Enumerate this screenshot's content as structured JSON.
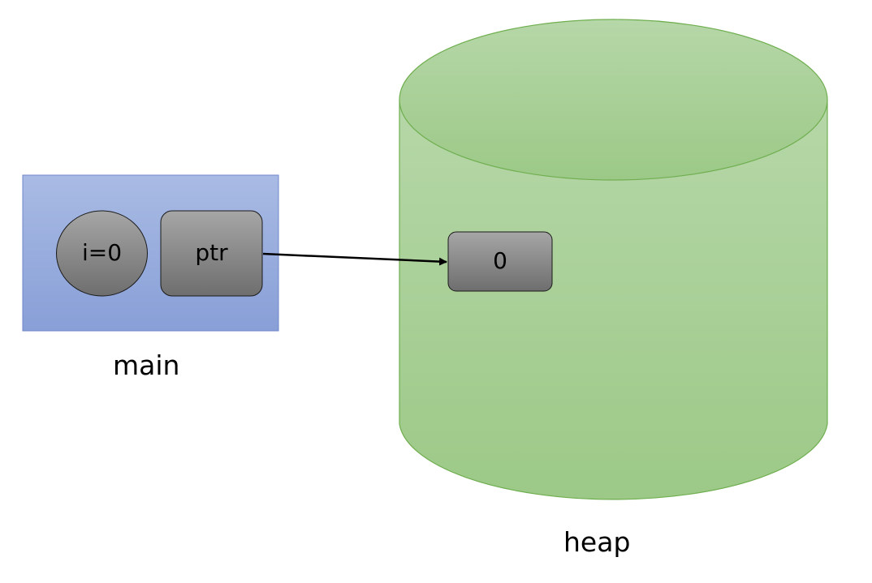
{
  "colors": {
    "stack_frame_fill_top": "#a9bbe4",
    "stack_frame_fill_bottom": "#889fd7",
    "stack_frame_stroke": "#6f87c9",
    "heap_fill_top": "#b6d7a8",
    "heap_fill_bottom": "#9cc987",
    "heap_stroke": "#6fae4f",
    "node_fill_top": "#a6a6a6",
    "node_fill_bottom": "#6e6e6e",
    "node_stroke": "#1a1a1a",
    "arrow": "#000000"
  },
  "stack_frame": {
    "label": "main",
    "variables": [
      {
        "shape": "ellipse",
        "label": "i=0"
      },
      {
        "shape": "rounded-rect",
        "label": "ptr"
      }
    ]
  },
  "heap": {
    "label": "heap",
    "cells": [
      {
        "label": "0"
      }
    ]
  },
  "pointer": {
    "from": "ptr",
    "to": "heap-cell-0"
  }
}
